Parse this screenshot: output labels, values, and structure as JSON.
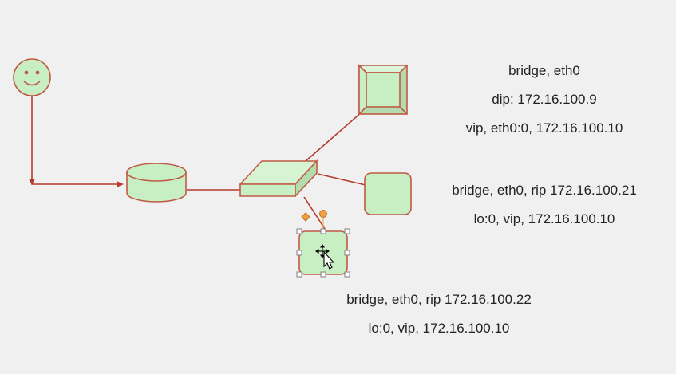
{
  "colors": {
    "background": "#f0f0f0",
    "node_fill": "#c8efc4",
    "node_stroke": "#c05a46",
    "edge": "#b83a2c",
    "selection_handle": "#808080",
    "edit_handle": "#f0a040"
  },
  "nodes": {
    "client": {
      "icon": "smiley-icon"
    },
    "storage": {
      "icon": "database-cylinder-icon"
    },
    "switch": {
      "icon": "network-switch-icon"
    },
    "director": {
      "icon": "server-box-icon"
    },
    "real_server_1": {
      "icon": "rounded-square-icon"
    },
    "real_server_2": {
      "icon": "rounded-square-icon",
      "selected": true
    }
  },
  "labels": {
    "director": [
      "bridge, eth0",
      "dip: 172.16.100.9",
      "vip, eth0:0, 172.16.100.10"
    ],
    "real_server_1": [
      "bridge, eth0, rip 172.16.100.21",
      "lo:0, vip, 172.16.100.10"
    ],
    "real_server_2": [
      "bridge, eth0, rip 172.16.100.22",
      "lo:0, vip, 172.16.100.10"
    ]
  }
}
